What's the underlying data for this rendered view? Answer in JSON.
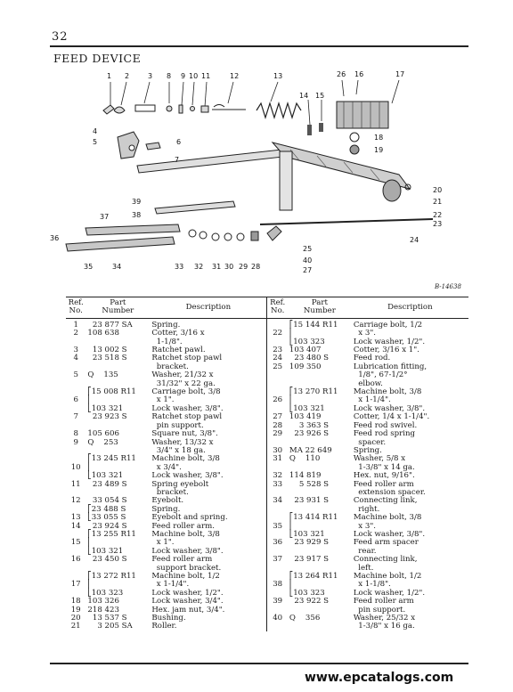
{
  "page_number": "32",
  "section_title": "FEED DEVICE",
  "figure_code": "B-14638",
  "footer_url": "www.epcatalogs.com",
  "diagram_callouts": [
    "1",
    "2",
    "3",
    "8",
    "9",
    "10",
    "11",
    "12",
    "13",
    "14",
    "15",
    "26",
    "16",
    "17",
    "4",
    "5",
    "6",
    "18",
    "19",
    "7",
    "20",
    "21",
    "22",
    "23",
    "39",
    "38",
    "37",
    "36",
    "24",
    "25",
    "40",
    "27",
    "35",
    "34",
    "33",
    "32",
    "31",
    "30",
    "29",
    "28"
  ],
  "table": {
    "headers": {
      "ref": "Ref.\nNo.",
      "part": "Part\nNumber",
      "desc": "Description"
    },
    "left_rows": [
      [
        "1",
        "  23 877 SA",
        "Spring."
      ],
      [
        "2",
        "108 638",
        "Cotter, 3/16 x"
      ],
      [
        "",
        "",
        "  1-1/8\"."
      ],
      [
        "3",
        "  13 002 S",
        "Ratchet pawl."
      ],
      [
        "4",
        "  23 518 S",
        "Ratchet stop pawl"
      ],
      [
        "",
        "",
        "  bracket."
      ],
      [
        "5",
        "Q    135",
        "Washer, 21/32 x"
      ],
      [
        "",
        "",
        "  31/32\" x 22 ga."
      ],
      [
        "",
        "⎡15 008 R11",
        "Carriage bolt, 3/8"
      ],
      [
        "6",
        "⎢",
        "  x 1\"."
      ],
      [
        "",
        "⎣103 321",
        "Lock washer, 3/8\"."
      ],
      [
        "7",
        "  23 923 S",
        "Ratchet stop pawl"
      ],
      [
        "",
        "",
        "  pin support."
      ],
      [
        "8",
        "105 606",
        "Square nut, 3/8\"."
      ],
      [
        "9",
        "Q    253",
        "Washer, 13/32 x"
      ],
      [
        "",
        "",
        "  3/4\" x 18 ga."
      ],
      [
        "",
        "⎡13 245 R11",
        "Machine bolt, 3/8"
      ],
      [
        "10",
        "⎢",
        "  x 3/4\"."
      ],
      [
        "",
        "⎣103 321",
        "Lock washer, 3/8\"."
      ],
      [
        "11",
        "  23 489 S",
        "Spring eyebolt"
      ],
      [
        "",
        "",
        "  bracket."
      ],
      [
        "12",
        "  33 054 S",
        "Eyebolt."
      ],
      [
        "",
        "⎡23 488 S",
        "Spring."
      ],
      [
        "13",
        "⎣33 055 S",
        "Eyebolt and spring."
      ],
      [
        "14",
        "  23 924 S",
        "Feed roller arm."
      ],
      [
        "",
        "⎡13 255 R11",
        "Machine bolt, 3/8"
      ],
      [
        "15",
        "⎢",
        "  x 1\"."
      ],
      [
        "",
        "⎣103 321",
        "Lock washer, 3/8\"."
      ],
      [
        "16",
        "  23 450 S",
        "Feed roller arm"
      ],
      [
        "",
        "",
        "  support bracket."
      ],
      [
        "",
        "⎡13 272 R11",
        "Machine bolt, 1/2"
      ],
      [
        "17",
        "⎢",
        "  x 1-1/4\"."
      ],
      [
        "",
        "⎣103 323",
        "Lock washer, 1/2\"."
      ],
      [
        "18",
        "103 326",
        "Lock washer, 3/4\"."
      ],
      [
        "19",
        "218 423",
        "Hex. jam nut, 3/4\"."
      ],
      [
        "20",
        "  13 537 S",
        "Bushing."
      ],
      [
        "21",
        "    3 205 SA",
        "Roller."
      ]
    ],
    "right_rows": [
      [
        "",
        "⎡15 144 R11",
        "Carriage bolt, 1/2"
      ],
      [
        "22",
        "⎢",
        "  x 3\"."
      ],
      [
        "",
        "⎣103 323",
        "Lock washer, 1/2\"."
      ],
      [
        "23",
        "103 407",
        "Cotter, 3/16 x 1\"."
      ],
      [
        "24",
        "  23 480 S",
        "Feed rod."
      ],
      [
        "25",
        "109 350",
        "Lubrication fitting,"
      ],
      [
        "",
        "",
        "  1/8\", 67-1/2°"
      ],
      [
        "",
        "",
        "  elbow."
      ],
      [
        "",
        "⎡13 270 R11",
        "Machine bolt, 3/8"
      ],
      [
        "26",
        "⎢",
        "  x 1-1/4\"."
      ],
      [
        "",
        "⎣103 321",
        "Lock washer, 3/8\"."
      ],
      [
        "27",
        "103 419",
        "Cotter, 1/4 x 1-1/4\"."
      ],
      [
        "28",
        "    3 363 S",
        "Feed rod swivel."
      ],
      [
        "29",
        "  23 926 S",
        "Feed rod spring"
      ],
      [
        "",
        "",
        "  spacer."
      ],
      [
        "30",
        "MA 22 649",
        "Spring."
      ],
      [
        "31",
        "Q    110",
        "Washer, 5/8 x"
      ],
      [
        "",
        "",
        "  1-3/8\" x 14 ga."
      ],
      [
        "32",
        "114 819",
        "Hex. nut, 9/16\"."
      ],
      [
        "33",
        "    5 528 S",
        "Feed roller arm"
      ],
      [
        "",
        "",
        "  extension spacer."
      ],
      [
        "34",
        "  23 931 S",
        "Connecting link,"
      ],
      [
        "",
        "",
        "  right."
      ],
      [
        "",
        "⎡13 414 R11",
        "Machine bolt, 3/8"
      ],
      [
        "35",
        "⎢",
        "  x 3\"."
      ],
      [
        "",
        "⎣103 321",
        "Lock washer, 3/8\"."
      ],
      [
        "36",
        "  23 929 S",
        "Feed arm spacer"
      ],
      [
        "",
        "",
        "  rear."
      ],
      [
        "37",
        "  23 917 S",
        "Connecting link,"
      ],
      [
        "",
        "",
        "  left."
      ],
      [
        "",
        "⎡13 264 R11",
        "Machine bolt, 1/2"
      ],
      [
        "38",
        "⎢",
        "  x 1-1/8\"."
      ],
      [
        "",
        "⎣103 323",
        "Lock washer, 1/2\"."
      ],
      [
        "39",
        "  23 922 S",
        "Feed roller arm"
      ],
      [
        "",
        "",
        "  pin support."
      ],
      [
        "40",
        "Q    356",
        "Washer, 25/32 x"
      ],
      [
        "",
        "",
        "  1-3/8\" x 16 ga."
      ]
    ]
  }
}
